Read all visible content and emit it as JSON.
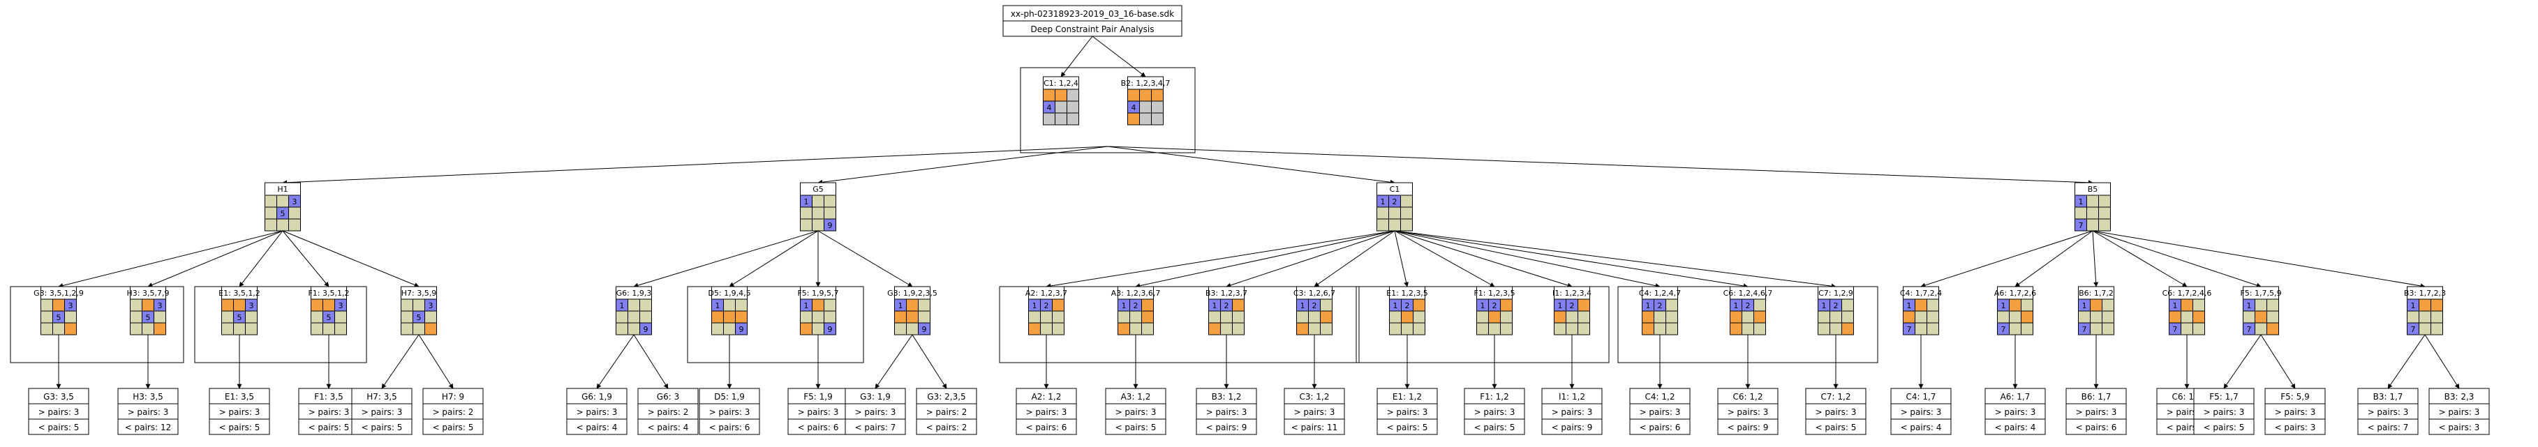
{
  "header": {
    "title": "xx-ph-02318923-2019_03_16-base.sdk",
    "subtitle": "Deep Constraint Pair Analysis"
  },
  "colors": {
    "empty": "#d8d8b0",
    "orange": "#f4a040",
    "blue": "#8080f0",
    "gray": "#c8c8c8"
  },
  "root_cells": [
    {
      "label": "C1: 1,2,4",
      "grid": [
        [
          "O",
          "O",
          "G"
        ],
        [
          "B4",
          "G",
          "G"
        ],
        [
          "G",
          "G",
          "G"
        ]
      ]
    },
    {
      "label": "B2: 1,2,3,4,7",
      "grid": [
        [
          "O",
          "O",
          "O"
        ],
        [
          "B4",
          "G",
          "G"
        ],
        [
          "O",
          "G",
          "G"
        ]
      ]
    }
  ],
  "level1": [
    {
      "label": "H1",
      "grid": [
        [
          "E",
          "E",
          "B3"
        ],
        [
          "E",
          "B5",
          "E"
        ],
        [
          "E",
          "E",
          "E"
        ]
      ]
    },
    {
      "label": "G5",
      "grid": [
        [
          "B1",
          "E",
          "E"
        ],
        [
          "E",
          "E",
          "E"
        ],
        [
          "E",
          "E",
          "B9"
        ]
      ]
    },
    {
      "label": "C1",
      "grid": [
        [
          "B1",
          "B2",
          "E"
        ],
        [
          "E",
          "E",
          "E"
        ],
        [
          "E",
          "E",
          "E"
        ]
      ]
    },
    {
      "label": "B5",
      "grid": [
        [
          "B1",
          "E",
          "E"
        ],
        [
          "E",
          "E",
          "E"
        ],
        [
          "B7",
          "E",
          "E"
        ]
      ]
    }
  ],
  "level2": [
    {
      "label": "G3: 3,5,1,2,9",
      "parent": 0,
      "grid": [
        [
          "E",
          "O",
          "B3"
        ],
        [
          "E",
          "B5",
          "E"
        ],
        [
          "E",
          "E",
          "O"
        ]
      ],
      "leaf": {
        "name": "G3: 3,5",
        "gt": "> pairs: 3",
        "lt": "< pairs: 5"
      }
    },
    {
      "label": "H3: 3,5,7,9",
      "parent": 0,
      "grid": [
        [
          "E",
          "O",
          "B3"
        ],
        [
          "E",
          "B5",
          "E"
        ],
        [
          "E",
          "E",
          "O"
        ]
      ],
      "leaf": {
        "name": "H3: 3,5",
        "gt": "> pairs: 3",
        "lt": "< pairs: 12"
      }
    },
    {
      "label": "E1: 3,5,1,2",
      "parent": 0,
      "grid": [
        [
          "O",
          "O",
          "B3"
        ],
        [
          "E",
          "B5",
          "E"
        ],
        [
          "E",
          "E",
          "E"
        ]
      ],
      "leaf": {
        "name": "E1: 3,5",
        "gt": "> pairs: 3",
        "lt": "< pairs: 5"
      }
    },
    {
      "label": "F1: 3,5,1,2",
      "parent": 0,
      "grid": [
        [
          "O",
          "O",
          "B3"
        ],
        [
          "E",
          "B5",
          "E"
        ],
        [
          "E",
          "E",
          "E"
        ]
      ],
      "leaf": {
        "name": "F1: 3,5",
        "gt": "> pairs: 3",
        "lt": "< pairs: 5"
      }
    },
    {
      "label": "H7: 3,5,9",
      "parent": 0,
      "grid": [
        [
          "E",
          "E",
          "B3"
        ],
        [
          "E",
          "B5",
          "E"
        ],
        [
          "E",
          "E",
          "O"
        ]
      ],
      "leaves": [
        {
          "name": "H7: 3,5",
          "gt": "> pairs: 3",
          "lt": "< pairs: 5"
        },
        {
          "name": "H7: 9",
          "gt": "> pairs: 2",
          "lt": "< pairs: 5"
        }
      ]
    },
    {
      "label": "G6: 1,9,3",
      "parent": 1,
      "grid": [
        [
          "B1",
          "E",
          "E"
        ],
        [
          "E",
          "E",
          "E"
        ],
        [
          "E",
          "E",
          "B9"
        ]
      ],
      "leaves": [
        {
          "name": "G6: 1,9",
          "gt": "> pairs: 3",
          "lt": "< pairs: 4"
        },
        {
          "name": "G6: 3",
          "gt": "> pairs: 2",
          "lt": "< pairs: 4"
        }
      ]
    },
    {
      "label": "D5: 1,9,4,5",
      "parent": 1,
      "grid": [
        [
          "B1",
          "E",
          "E"
        ],
        [
          "O",
          "O",
          "O"
        ],
        [
          "E",
          "E",
          "B9"
        ]
      ],
      "leaf": {
        "name": "D5: 1,9",
        "gt": "> pairs: 3",
        "lt": "< pairs: 6"
      }
    },
    {
      "label": "F5: 1,9,5,7",
      "parent": 1,
      "grid": [
        [
          "B1",
          "O",
          "E"
        ],
        [
          "E",
          "E",
          "E"
        ],
        [
          "O",
          "E",
          "B9"
        ]
      ],
      "leaf": {
        "name": "F5: 1,9",
        "gt": "> pairs: 3",
        "lt": "< pairs: 6"
      }
    },
    {
      "label": "G3: 1,9,2,3,5",
      "parent": 1,
      "grid": [
        [
          "B1",
          "O",
          "E"
        ],
        [
          "O",
          "O",
          "E"
        ],
        [
          "E",
          "E",
          "B9"
        ]
      ],
      "leaves": [
        {
          "name": "G3: 1,9",
          "gt": "> pairs: 3",
          "lt": "< pairs: 7"
        },
        {
          "name": "G3: 2,3,5",
          "gt": "> pairs: 2",
          "lt": "< pairs: 2"
        }
      ]
    },
    {
      "label": "A2: 1,2,3,7",
      "parent": 2,
      "grid": [
        [
          "B1",
          "B2",
          "O"
        ],
        [
          "E",
          "E",
          "E"
        ],
        [
          "O",
          "E",
          "E"
        ]
      ],
      "leaf": {
        "name": "A2: 1,2",
        "gt": "> pairs: 3",
        "lt": "< pairs: 6"
      }
    },
    {
      "label": "A3: 1,2,3,6,7",
      "parent": 2,
      "grid": [
        [
          "B1",
          "B2",
          "O"
        ],
        [
          "E",
          "E",
          "O"
        ],
        [
          "O",
          "E",
          "E"
        ]
      ],
      "leaf": {
        "name": "A3: 1,2",
        "gt": "> pairs: 3",
        "lt": "< pairs: 5"
      }
    },
    {
      "label": "B3: 1,2,3,7",
      "parent": 2,
      "grid": [
        [
          "B1",
          "B2",
          "O"
        ],
        [
          "E",
          "E",
          "E"
        ],
        [
          "O",
          "E",
          "E"
        ]
      ],
      "leaf": {
        "name": "B3: 1,2",
        "gt": "> pairs: 3",
        "lt": "< pairs: 9"
      }
    },
    {
      "label": "C3: 1,2,6,7",
      "parent": 2,
      "grid": [
        [
          "B1",
          "B2",
          "E"
        ],
        [
          "E",
          "E",
          "O"
        ],
        [
          "O",
          "E",
          "E"
        ]
      ],
      "leaf": {
        "name": "C3: 1,2",
        "gt": "> pairs: 3",
        "lt": "< pairs: 11"
      }
    },
    {
      "label": "E1: 1,2,3,5",
      "parent": 2,
      "grid": [
        [
          "B1",
          "B2",
          "O"
        ],
        [
          "E",
          "O",
          "E"
        ],
        [
          "E",
          "E",
          "E"
        ]
      ],
      "leaf": {
        "name": "E1: 1,2",
        "gt": "> pairs: 3",
        "lt": "< pairs: 5"
      }
    },
    {
      "label": "F1: 1,2,3,5",
      "parent": 2,
      "grid": [
        [
          "B1",
          "B2",
          "O"
        ],
        [
          "E",
          "O",
          "E"
        ],
        [
          "E",
          "E",
          "E"
        ]
      ],
      "leaf": {
        "name": "F1: 1,2",
        "gt": "> pairs: 3",
        "lt": "< pairs: 5"
      }
    },
    {
      "label": "I1: 1,2,3,4",
      "parent": 2,
      "grid": [
        [
          "B1",
          "B2",
          "O"
        ],
        [
          "O",
          "E",
          "E"
        ],
        [
          "E",
          "E",
          "E"
        ]
      ],
      "leaf": {
        "name": "I1: 1,2",
        "gt": "> pairs: 3",
        "lt": "< pairs: 9"
      }
    },
    {
      "label": "C4: 1,2,4,7",
      "parent": 2,
      "grid": [
        [
          "B1",
          "B2",
          "E"
        ],
        [
          "O",
          "E",
          "E"
        ],
        [
          "O",
          "E",
          "E"
        ]
      ],
      "leaf": {
        "name": "C4: 1,2",
        "gt": "> pairs: 3",
        "lt": "< pairs: 6"
      }
    },
    {
      "label": "C6: 1,2,4,6,7",
      "parent": 2,
      "grid": [
        [
          "B1",
          "B2",
          "E"
        ],
        [
          "O",
          "E",
          "O"
        ],
        [
          "O",
          "E",
          "E"
        ]
      ],
      "leaf": {
        "name": "C6: 1,2",
        "gt": "> pairs: 3",
        "lt": "< pairs: 9"
      }
    },
    {
      "label": "C7: 1,2,9",
      "parent": 2,
      "grid": [
        [
          "B1",
          "B2",
          "E"
        ],
        [
          "E",
          "E",
          "E"
        ],
        [
          "E",
          "E",
          "O"
        ]
      ],
      "leaf": {
        "name": "C7: 1,2",
        "gt": "> pairs: 3",
        "lt": "< pairs: 5"
      }
    },
    {
      "label": "C4: 1,7,2,4",
      "parent": 3,
      "grid": [
        [
          "B1",
          "O",
          "E"
        ],
        [
          "O",
          "E",
          "E"
        ],
        [
          "B7",
          "E",
          "E"
        ]
      ],
      "leaf": {
        "name": "C4: 1,7",
        "gt": "> pairs: 3",
        "lt": "< pairs: 4"
      }
    },
    {
      "label": "A6: 1,7,2,6",
      "parent": 3,
      "grid": [
        [
          "B1",
          "O",
          "E"
        ],
        [
          "E",
          "E",
          "O"
        ],
        [
          "B7",
          "E",
          "E"
        ]
      ],
      "leaf": {
        "name": "A6: 1,7",
        "gt": "> pairs: 3",
        "lt": "< pairs: 4"
      }
    },
    {
      "label": "B6: 1,7,2",
      "parent": 3,
      "grid": [
        [
          "B1",
          "O",
          "E"
        ],
        [
          "E",
          "E",
          "E"
        ],
        [
          "B7",
          "E",
          "E"
        ]
      ],
      "leaf": {
        "name": "B6: 1,7",
        "gt": "> pairs: 3",
        "lt": "< pairs: 6"
      }
    },
    {
      "label": "C6: 1,7,2,4,6",
      "parent": 3,
      "grid": [
        [
          "B1",
          "O",
          "E"
        ],
        [
          "O",
          "E",
          "O"
        ],
        [
          "B7",
          "E",
          "E"
        ]
      ],
      "leaf": {
        "name": "C6: 1,7",
        "gt": "> pairs: 3",
        "lt": "< pairs: 4"
      }
    },
    {
      "label": "F5: 1,7,5,9",
      "parent": 3,
      "grid": [
        [
          "B1",
          "E",
          "E"
        ],
        [
          "E",
          "O",
          "E"
        ],
        [
          "B7",
          "E",
          "O"
        ]
      ],
      "leaves": [
        {
          "name": "F5: 1,7",
          "gt": "> pairs: 3",
          "lt": "< pairs: 5"
        },
        {
          "name": "F5: 5,9",
          "gt": "> pairs: 3",
          "lt": "< pairs: 3"
        }
      ]
    },
    {
      "label": "B3: 1,7,2,3",
      "parent": 3,
      "grid": [
        [
          "B1",
          "O",
          "O"
        ],
        [
          "E",
          "E",
          "E"
        ],
        [
          "B7",
          "E",
          "E"
        ]
      ],
      "leaves": [
        {
          "name": "B3: 1,7",
          "gt": "> pairs: 3",
          "lt": "< pairs: 7"
        },
        {
          "name": "B3: 2,3",
          "gt": "> pairs: 3",
          "lt": "< pairs: 3"
        }
      ]
    }
  ]
}
